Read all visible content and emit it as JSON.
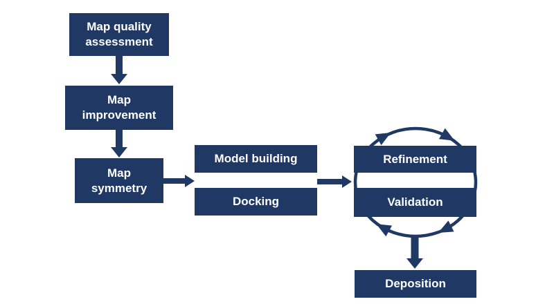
{
  "diagram": {
    "nodes": {
      "map_quality_assessment": {
        "label": "Map quality\nassessment"
      },
      "map_improvement": {
        "label": "Map\nimprovement"
      },
      "map_symmetry": {
        "label": "Map\nsymmetry"
      },
      "model_building": {
        "label": "Model building"
      },
      "docking": {
        "label": "Docking"
      },
      "refinement": {
        "label": "Refinement"
      },
      "validation": {
        "label": "Validation"
      },
      "deposition": {
        "label": "Deposition"
      }
    },
    "edges": [
      {
        "from": "map_quality_assessment",
        "to": "map_improvement"
      },
      {
        "from": "map_improvement",
        "to": "map_symmetry"
      },
      {
        "from": "map_symmetry",
        "to": "model_building_docking"
      },
      {
        "from": "model_building_docking",
        "to": "refinement_validation"
      },
      {
        "from": "refinement_validation",
        "to": "deposition"
      },
      {
        "from": "refinement",
        "to": "validation",
        "style": "cycle-clockwise"
      }
    ],
    "colors": {
      "node_fill": "#1f3864",
      "node_text": "#ffffff",
      "arrow": "#1f3864",
      "background": "#ffffff"
    }
  }
}
